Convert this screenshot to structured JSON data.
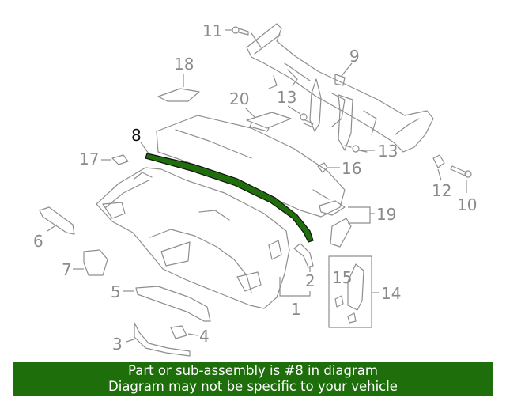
{
  "diagram": {
    "highlight_color": "#1f6e0c",
    "line_color": "#8e8e8e",
    "callouts": [
      {
        "id": "1",
        "label": "1"
      },
      {
        "id": "2",
        "label": "2"
      },
      {
        "id": "3",
        "label": "3"
      },
      {
        "id": "4",
        "label": "4"
      },
      {
        "id": "5",
        "label": "5"
      },
      {
        "id": "6",
        "label": "6"
      },
      {
        "id": "7",
        "label": "7"
      },
      {
        "id": "8",
        "label": "8",
        "highlighted": true
      },
      {
        "id": "9",
        "label": "9"
      },
      {
        "id": "10",
        "label": "10"
      },
      {
        "id": "11",
        "label": "11"
      },
      {
        "id": "12",
        "label": "12"
      },
      {
        "id": "13a",
        "label": "13"
      },
      {
        "id": "13b",
        "label": "13"
      },
      {
        "id": "14",
        "label": "14"
      },
      {
        "id": "15",
        "label": "15"
      },
      {
        "id": "16",
        "label": "16"
      },
      {
        "id": "17",
        "label": "17"
      },
      {
        "id": "18",
        "label": "18"
      },
      {
        "id": "19",
        "label": "19"
      },
      {
        "id": "20",
        "label": "20"
      }
    ]
  },
  "banner": {
    "background": "#1f6e0c",
    "line1": "Part or sub-assembly is #8 in diagram",
    "line2": "Diagram may not be specific to your vehicle"
  }
}
